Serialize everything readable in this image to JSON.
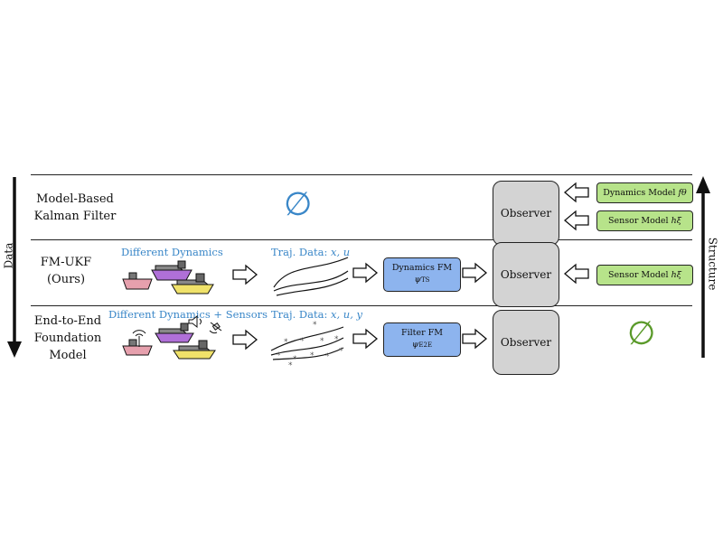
{
  "side": {
    "left_label": "Data",
    "right_label": "Structure"
  },
  "rows": [
    {
      "label_lines": [
        "Model-Based",
        "Kalman Filter"
      ],
      "empty_symbol": "∅",
      "observer": "Observer",
      "dynamics_model_label": "Dynamics Model",
      "dynamics_model_symbol": "fθ",
      "sensor_model_label": "Sensor Model",
      "sensor_model_symbol": "hξ"
    },
    {
      "label_lines": [
        "FM-UKF",
        "(Ours)"
      ],
      "data_title": "Different Dynamics",
      "traj_label": "Traj. Data:",
      "traj_vars": "x, u",
      "fm_title": "Dynamics FM",
      "fm_symbol": "ψ",
      "fm_subscript": "TS",
      "observer": "Observer",
      "sensor_model_label": "Sensor Model",
      "sensor_model_symbol": "hξ"
    },
    {
      "label_lines": [
        "End-to-End",
        "Foundation",
        "Model"
      ],
      "data_title": "Different Dynamics + Sensors",
      "traj_label": "Traj. Data:",
      "traj_vars": "x, u, y",
      "fm_title": "Filter FM",
      "fm_symbol": "ψ",
      "fm_subscript": "E2E",
      "observer": "Observer",
      "empty_symbol": "∅"
    }
  ],
  "colors": {
    "observer": "#d3d3d3",
    "model_box": "#b7e38a",
    "fm_box": "#8db4ee",
    "accent_text": "#3a87c8",
    "empty_row1": "#3a87c8",
    "empty_row3": "#5a9a2a"
  }
}
